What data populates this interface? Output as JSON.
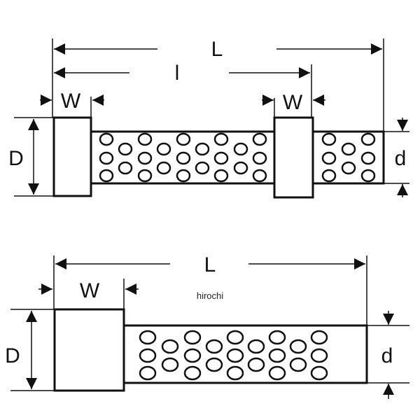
{
  "top_diagram": {
    "label_L": "L",
    "label_l": "l",
    "label_W_left": "W",
    "label_W_right": "W",
    "label_D": "D",
    "label_d": "d"
  },
  "bottom_diagram": {
    "label_L": "L",
    "label_W": "W",
    "label_D": "D",
    "label_d": "d"
  },
  "watermark": "hirochi"
}
